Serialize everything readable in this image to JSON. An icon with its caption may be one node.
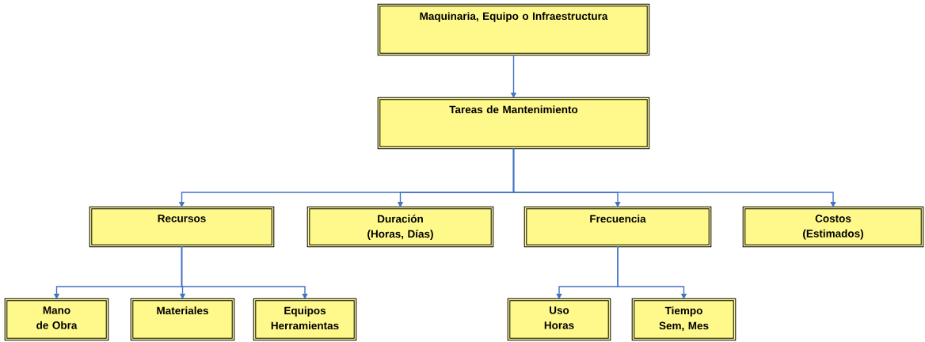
{
  "diagram": {
    "nodes": [
      {
        "text": [
          "Maquinaria, Equipo o Infraestructura"
        ]
      },
      {
        "text": [
          "Tareas de Mantenimiento"
        ]
      },
      {
        "text": [
          "Recursos"
        ]
      },
      {
        "text": [
          "Duración (Horas, Días)"
        ]
      },
      {
        "text": [
          "Frecuencia"
        ]
      },
      {
        "text": [
          "Costos (Estimados)"
        ]
      },
      {
        "text": [
          "Mano de Obra"
        ]
      },
      {
        "text": [
          "Materiales"
        ]
      },
      {
        "text": [
          "Equipos Herramientas"
        ]
      },
      {
        "text": [
          "Uso Horas"
        ]
      },
      {
        "text": [
          "Tiempo Sem, Mes"
        ]
      }
    ],
    "edges": [
      {
        "from": 0,
        "to": 1,
        "arrow": "to"
      },
      {
        "from": 1,
        "to": 2,
        "arrow": "to"
      },
      {
        "from": 1,
        "to": 3,
        "arrow": "to"
      },
      {
        "from": 1,
        "to": 4,
        "arrow": "to"
      },
      {
        "from": 1,
        "to": 5,
        "arrow": "to"
      },
      {
        "from": 2,
        "to": 6,
        "arrow": "to"
      },
      {
        "from": 2,
        "to": 7,
        "arrow": "to"
      },
      {
        "from": 2,
        "to": 8,
        "arrow": "to"
      },
      {
        "from": 4,
        "to": 9,
        "arrow": "to"
      },
      {
        "from": 4,
        "to": 10,
        "arrow": "to"
      }
    ]
  }
}
